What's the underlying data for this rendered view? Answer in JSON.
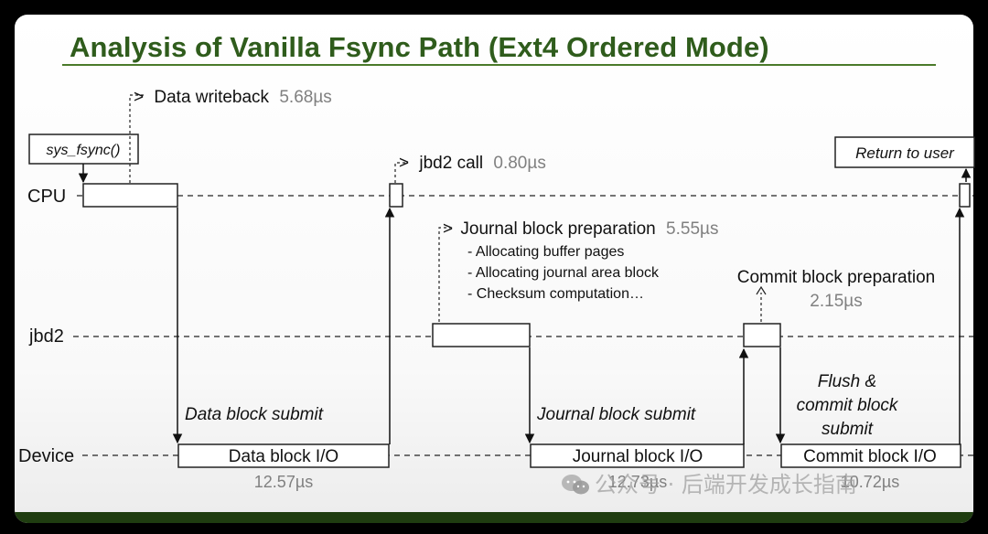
{
  "title": "Analysis of Vanilla Fsync Path (Ext4 Ordered Mode)",
  "lanes": {
    "cpu": "CPU",
    "jbd2": "jbd2",
    "device": "Device"
  },
  "boxes": {
    "sys_fsync": "sys_fsync()",
    "return_to_user": "Return to user",
    "data_block_io": "Data block I/O",
    "journal_block_io": "Journal block I/O",
    "commit_block_io": "Commit block I/O"
  },
  "annotations": {
    "data_writeback_arrow": ">",
    "data_writeback_label": "Data writeback",
    "data_writeback_time": "5.68µs",
    "jbd2_call_arrow": ">",
    "jbd2_call_label": "jbd2 call",
    "jbd2_call_time": "0.80µs",
    "journal_prep_arrow": ">",
    "journal_prep_label": "Journal block preparation",
    "journal_prep_time": "5.55µs",
    "journal_prep_steps": [
      "- Allocating buffer pages",
      "- Allocating journal area block",
      "- Checksum computation…"
    ],
    "commit_prep_label": "Commit block preparation",
    "commit_prep_time": "2.15µs"
  },
  "submits": {
    "data_block_submit": "Data block submit",
    "journal_block_submit": "Journal block submit",
    "flush_commit": [
      "Flush &",
      "commit block",
      "submit"
    ]
  },
  "durations": {
    "data_block_io": "12.57µs",
    "journal_block_io": "12.73µs",
    "commit_block_io": "10.72µs"
  },
  "watermark": "公众号 · 后端开发成长指南",
  "colors": {
    "title": "#2f5c1c",
    "time": "#808080",
    "bar": "#1f3d10"
  }
}
